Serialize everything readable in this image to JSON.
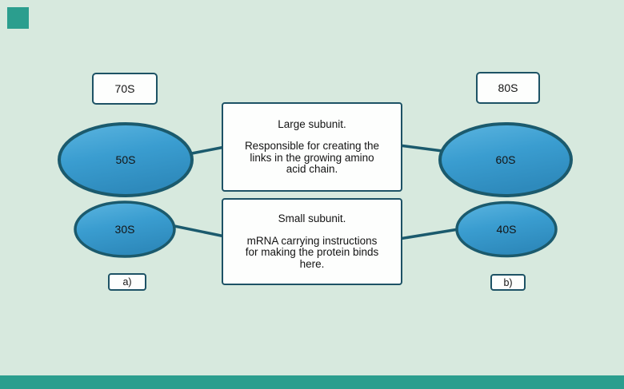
{
  "diagram": {
    "left_group": {
      "top_label": "70S",
      "large_label": "50S",
      "small_label": "30S",
      "caption": "a)"
    },
    "right_group": {
      "top_label": "80S",
      "large_label": "60S",
      "small_label": "40S",
      "caption": "b)"
    },
    "notes": {
      "large": {
        "title": "Large subunit.",
        "body": "Responsible for creating the links in the growing amino acid chain."
      },
      "small": {
        "title": "Small subunit.",
        "body": "mRNA carrying instructions for making the protein binds here."
      }
    }
  },
  "colors": {
    "background": "#d7e9de",
    "accent": "#2b9e8e",
    "outline": "#1b5a6d",
    "box_border": "#1d5265",
    "box_bg": "#fdfefd",
    "ink": "#141414",
    "ellipse_fill_top": "#5cb5e0",
    "ellipse_fill_mid": "#3a9dd0",
    "ellipse_fill_bottom": "#2e8abc"
  }
}
